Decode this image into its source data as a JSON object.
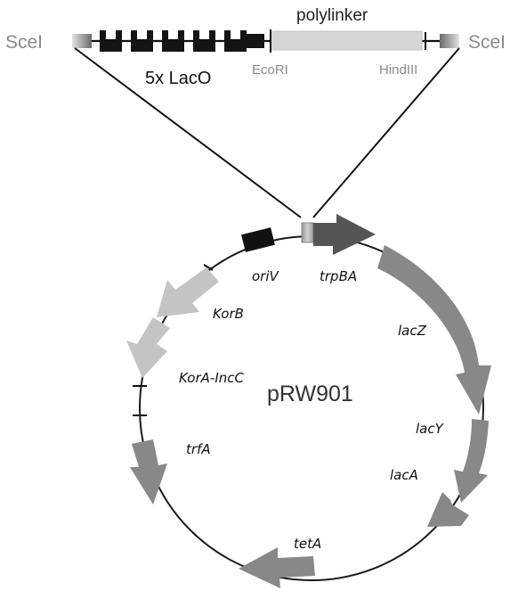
{
  "insert": {
    "left_site": "SceI",
    "right_site": "SceI",
    "polylinker_label": "polylinker",
    "operator_label": "5x LacO",
    "site_ecori": "EcoRI",
    "site_hindiii": "HindIII"
  },
  "plasmid": {
    "name": "pRW901",
    "features": {
      "oriv": "oriV",
      "trpba": "trpBA",
      "korb": "KorB",
      "lacz": "lacZ",
      "kora_incc": "KorA-IncC",
      "lacy": "lacY",
      "trfa": "trfA",
      "laca": "lacA",
      "teta": "tetA"
    }
  },
  "colors": {
    "backbone": "#1a1a1a",
    "dark_arrow": "#555555",
    "mid_arrow": "#888888",
    "light_arrow": "#c4c4c4",
    "polylinker": "#d6d6d6",
    "operator_boxes": "#141414",
    "site_label": "#8a8a8a"
  }
}
